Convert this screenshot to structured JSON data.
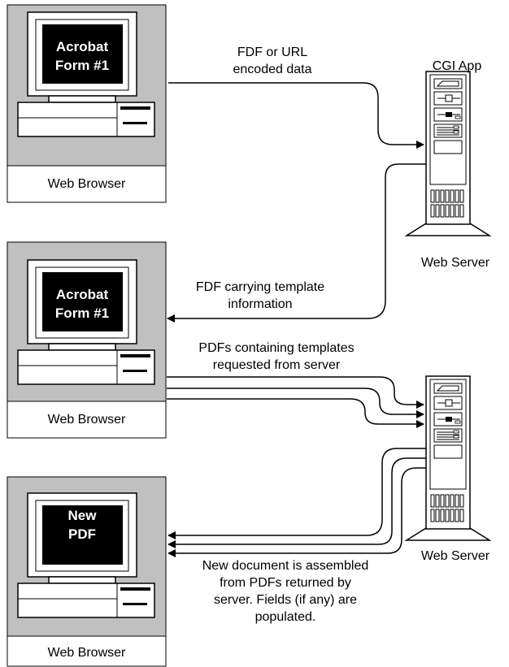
{
  "computers": [
    {
      "screen_lines": [
        "Acrobat",
        "Form #1"
      ],
      "caption": "Web Browser"
    },
    {
      "screen_lines": [
        "Acrobat",
        "Form #1"
      ],
      "caption": "Web Browser"
    },
    {
      "screen_lines": [
        "New",
        "PDF"
      ],
      "caption": "Web Browser"
    }
  ],
  "servers": [
    {
      "title": "CGI App",
      "caption": "Web Server"
    },
    {
      "caption": "Web Server"
    }
  ],
  "flows": [
    {
      "lines": [
        "FDF or URL",
        "encoded data"
      ]
    },
    {
      "lines": [
        "FDF carrying template",
        "information"
      ]
    },
    {
      "lines": [
        "PDFs containing templates",
        "requested from server"
      ]
    },
    {
      "lines": [
        "New document is assembled",
        "from PDFs returned by",
        "server. Fields (if any) are",
        "populated."
      ]
    }
  ],
  "colors": {
    "panel": "#c0c0c0",
    "screen": "#000000",
    "line": "#000000",
    "background": "#ffffff"
  }
}
